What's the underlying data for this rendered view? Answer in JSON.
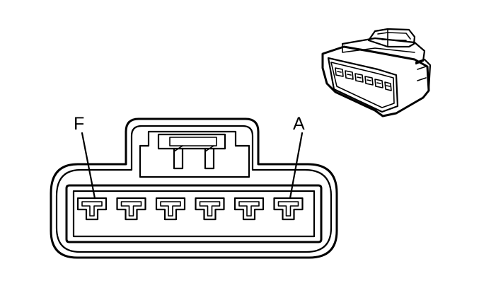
{
  "diagram": {
    "labels": {
      "left": "F",
      "right": "A"
    },
    "cavity_count": 6
  }
}
